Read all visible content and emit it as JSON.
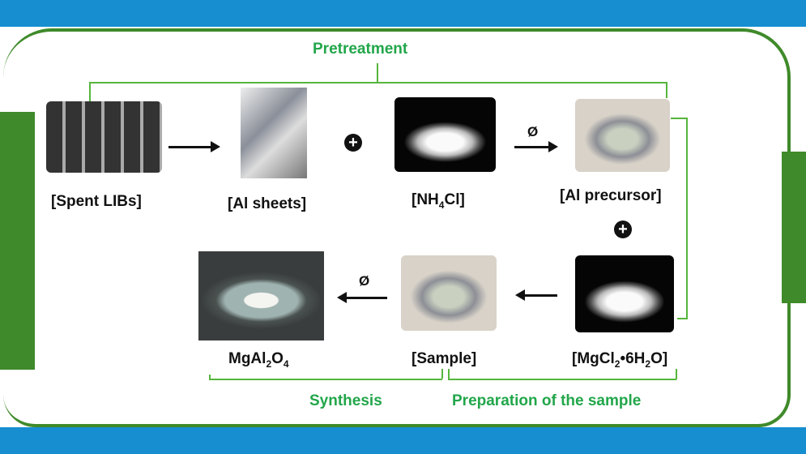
{
  "stages": {
    "pretreatment": "Pretreatment",
    "synthesis": "Synthesis",
    "preparation": "Preparation of the sample"
  },
  "items": {
    "spent_libs": "[Spent LIBs]",
    "al_sheets": "[Al sheets]",
    "nh4cl": {
      "pre": "[NH",
      "sub": "4",
      "post": "Cl]"
    },
    "al_precursor": "[Al precursor]",
    "mgcl2": {
      "pre": "[MgCl",
      "sub1": "2",
      "mid": "•6H",
      "sub2": "2",
      "post": "O]"
    },
    "sample": "[Sample]",
    "product": {
      "pre": "MgAl",
      "sub1": "2",
      "mid": "O",
      "sub2": "4"
    }
  },
  "symbols": {
    "plus": "+",
    "heat": "Ø"
  },
  "colors": {
    "band": "#168ed0",
    "frame": "#3f8a2a",
    "label": "#22a64a"
  }
}
